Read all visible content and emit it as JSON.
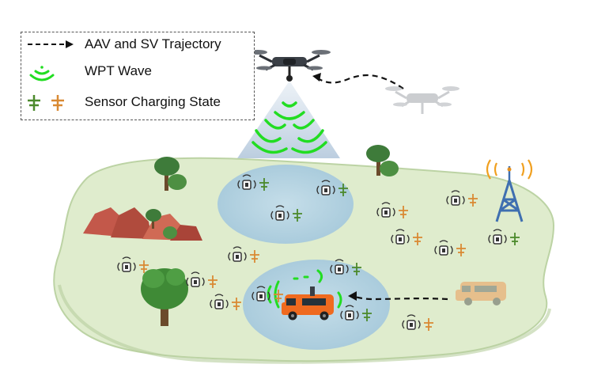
{
  "legend": {
    "trajectory_label": "AAV and SV Trajectory",
    "wpt_label": "WPT Wave",
    "charging_label": "Sensor Charging State"
  },
  "colors": {
    "island": "#dfeccd",
    "island_edge": "#bcd3a4",
    "zone": "#a9cde2",
    "wave": "#22dd22",
    "charged": "#4c8a2c",
    "uncharged": "#d98a34",
    "tower": "#3f6fb0",
    "van": "#ef6a1f"
  },
  "icons": [
    "drone-icon",
    "ghost-drone-icon",
    "van-icon",
    "ghost-van-icon",
    "tower-icon",
    "tree-icon",
    "rock-icon",
    "sensor-icon"
  ]
}
